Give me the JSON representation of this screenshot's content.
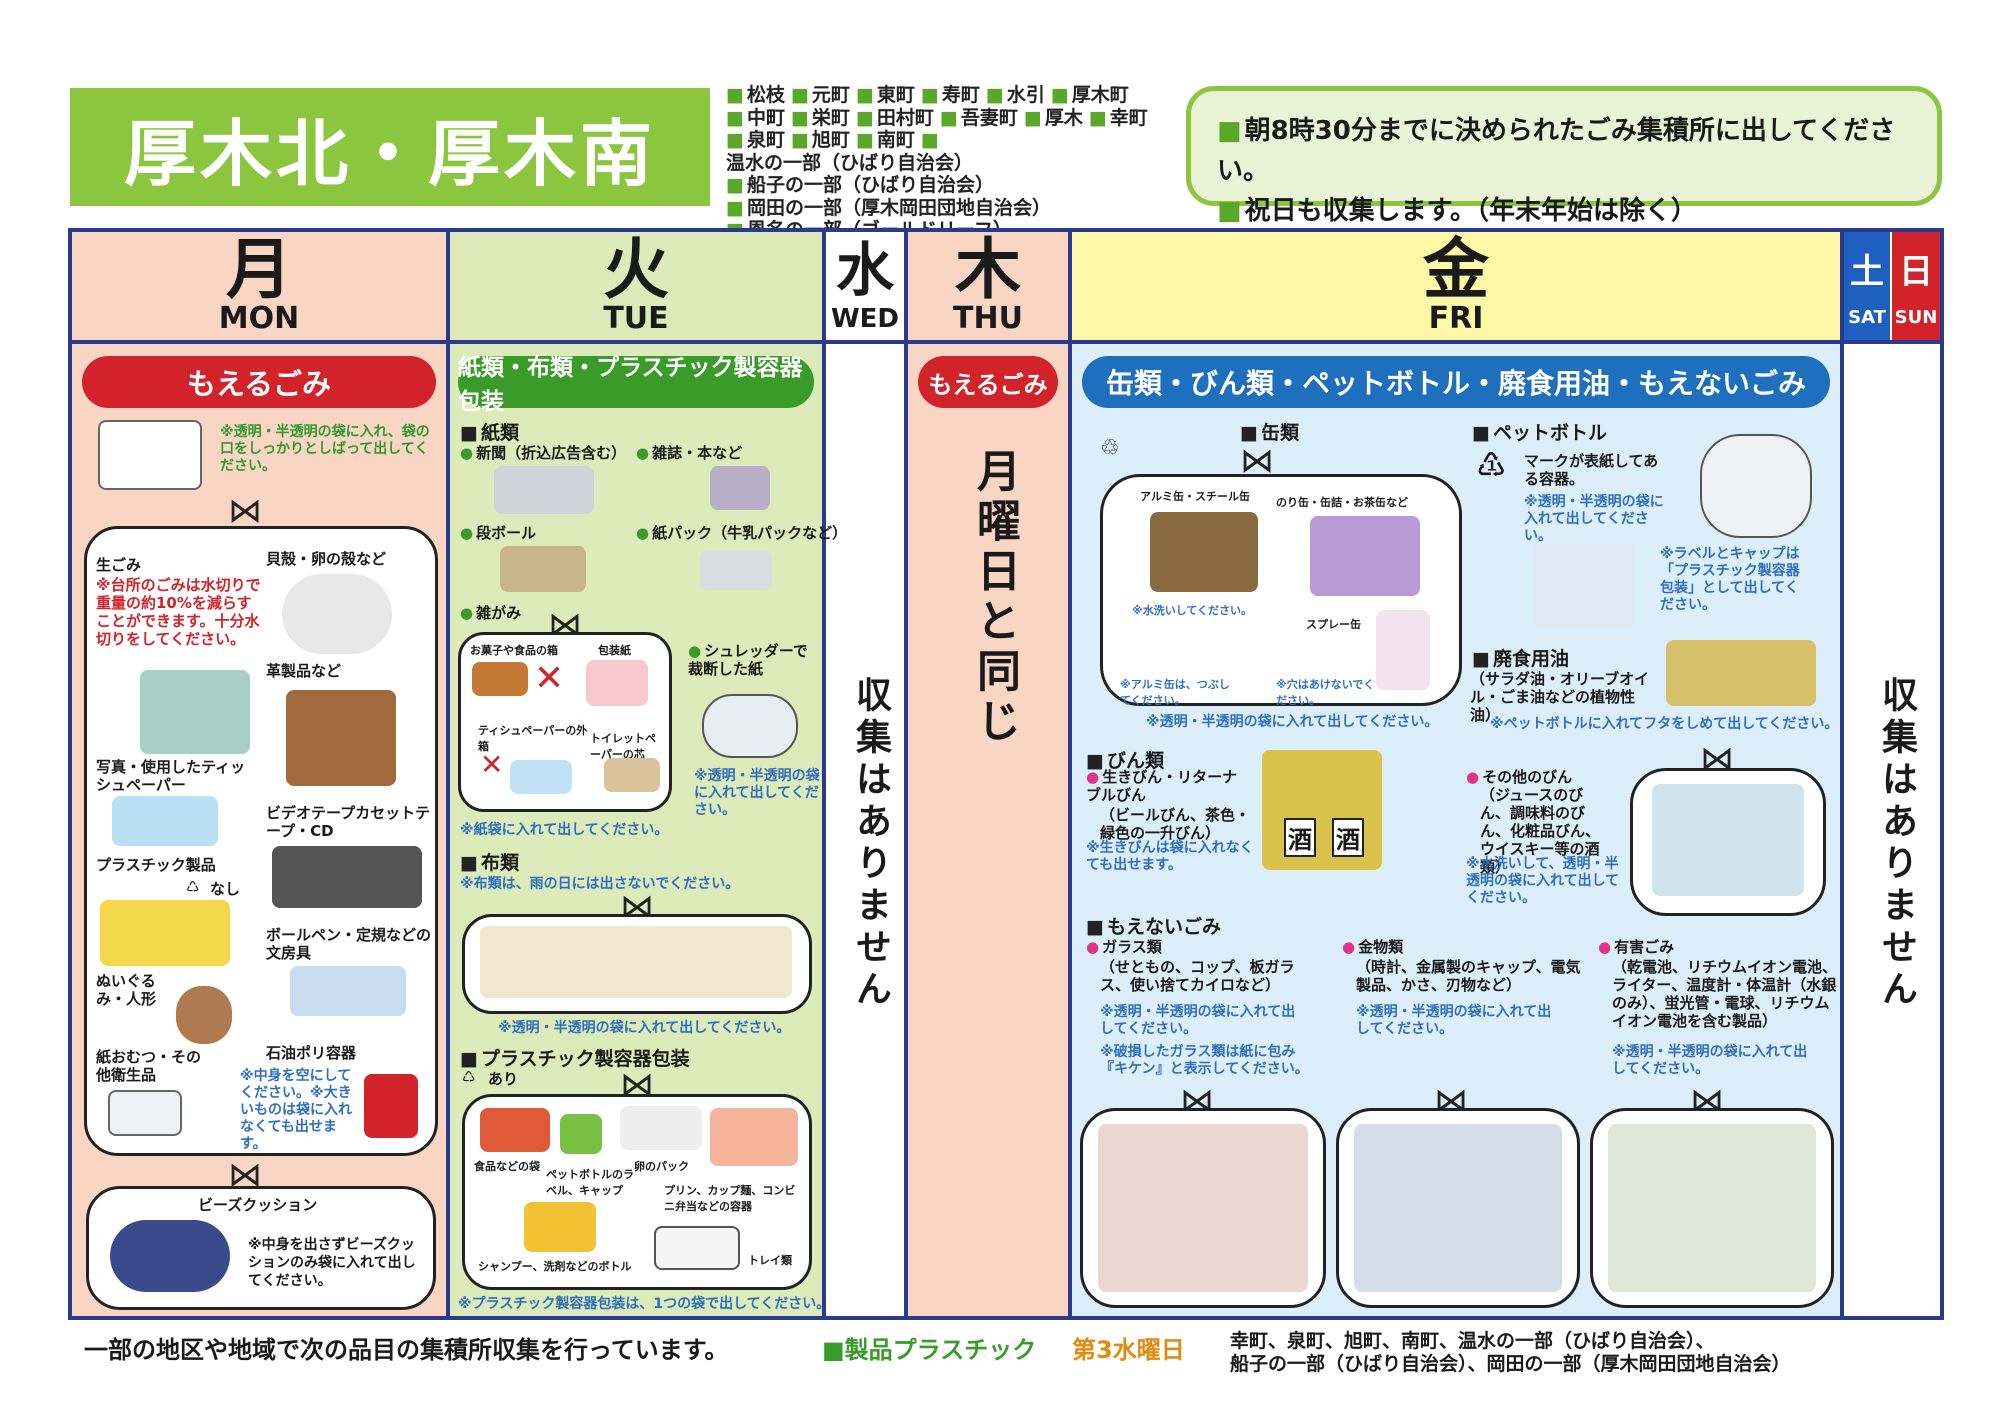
{
  "title": "厚木北・厚木南",
  "areas": [
    [
      "松枝",
      "元町",
      "東町",
      "寿町",
      "水引",
      "厚木町"
    ],
    [
      "中町",
      "栄町",
      "田村町",
      "吾妻町",
      "厚木",
      "幸町"
    ],
    [
      "泉町",
      "旭町",
      "南町",
      "温水の一部（ひばり自治会）"
    ],
    [
      "船子の一部（ひばり自治会）"
    ],
    [
      "岡田の一部（厚木岡田団地自治会）"
    ],
    [
      "恩名の一部（ゴールドリーフ）"
    ]
  ],
  "notice": {
    "line1": "朝8時30分までに決められたごみ集積所に出してください。",
    "line2": "祝日も収集します。（年末年始は除く）"
  },
  "days": {
    "mon": {
      "kanji": "月",
      "en": "MON"
    },
    "tue": {
      "kanji": "火",
      "en": "TUE"
    },
    "wed": {
      "kanji": "水",
      "en": "WED"
    },
    "thu": {
      "kanji": "木",
      "en": "THU"
    },
    "fri": {
      "kanji": "金",
      "en": "FRI"
    },
    "sat": {
      "kanji": "土",
      "en": "SAT"
    },
    "sun": {
      "kanji": "日",
      "en": "SUN"
    }
  },
  "colors": {
    "mon": "#f9d5c4",
    "tue": "#dcebb9",
    "thu": "#f9d5c4",
    "fri": "#fdf7a6",
    "fri_body": "#dceefa",
    "frame": "#2a3b8f",
    "red": "#d2232a",
    "green": "#3a9b2a",
    "blue": "#1f6fbf",
    "sat": "#1f5fbf",
    "sun": "#d2232a"
  },
  "mon": {
    "pill": "もえるごみ",
    "bag_note": "※透明・半透明の袋に入れ、袋の口をしっかりとしばって出してください。",
    "namagomi": "生ごみ",
    "namagomi_note": "※台所のごみは水切りで重量の約10%を減らすことができます。十分水切りをしてください。",
    "shell": "貝殻・卵の殻など",
    "leather": "革製品など",
    "photo": "写真・使用したティッシュペーパー",
    "video": "ビデオテープカセットテープ・CD",
    "plastic": "プラスチック製品",
    "plastic_mark": "なし",
    "pen": "ボールペン・定規などの文房具",
    "stuffed": "ぬいぐるみ・人形",
    "diaper": "紙おむつ・その他衛生品",
    "tank": "石油ポリ容器",
    "tank_note": "※中身を空にしてください。※大きいものは袋に入れなくても出せます。",
    "beads": "ビーズクッション",
    "beads_note": "※中身を出さずビーズクッションのみ袋に入れて出してください。"
  },
  "tue": {
    "pill": "紙類・布類・プラスチック製容器包装",
    "paper_head": "紙類",
    "newspaper": "新聞（折込広告含む）",
    "magazine": "雑誌・本など",
    "cardboard": "段ボール",
    "milkpack": "紙パック（牛乳パックなど）",
    "misc": "雑がみ",
    "snack_box": "お菓子や食品の箱",
    "wrapping": "包装紙",
    "tissue_box": "ティシュペーパーの外箱",
    "toilet_core": "トイレットペーパーの芯",
    "shredder": "シュレッダーで裁断した紙",
    "shred_note": "※透明・半透明の袋に入れて出してください。",
    "paper_note": "※紙袋に入れて出してください。",
    "cloth_head": "布類",
    "cloth_note": "※布類は、雨の日には出さないでください。",
    "cloth_bag_note": "※透明・半透明の袋に入れて出してください。",
    "plastic_head": "プラスチック製容器包装",
    "plastic_mark": "あり",
    "food_bag": "食品などの袋",
    "pet_label": "ペットボトルのラベル、キャップ",
    "egg_pack": "卵のパック",
    "pudding": "プリン、カップ麺、コンビニ弁当などの容器",
    "shampoo": "シャンプー、洗剤などのボトル",
    "tray": "トレイ類",
    "plastic_note": "※プラスチック製容器包装は、1つの袋で出してください。"
  },
  "wed": {
    "text": "収集はありません"
  },
  "thu": {
    "pill": "もえるごみ",
    "text": "月曜日と同じ"
  },
  "fri": {
    "pill": "缶類・びん類・ペットボトル・廃食用油・もえないごみ",
    "can_head": "缶類",
    "can_types": "アルミ缶・スチール缶",
    "can_types2": "のり缶・缶詰・お茶缶など",
    "wash_note": "※水洗いしてください。",
    "spray": "スプレー缶",
    "alu_note": "※アルミ缶は、つぶしてください。",
    "hole_note": "※穴はあけないでください。",
    "can_bag_note": "※透明・半透明の袋に入れて出してください。",
    "pet_head": "ペットボトル",
    "pet_mark": "マークが表紙してある容器。",
    "pet_bag_note": "※透明・半透明の袋に入れて出してください。",
    "pet_label_note": "※ラベルとキャップは「プラスチック製容器包装」として出してください。",
    "oil_head": "廃食用油",
    "oil_desc": "（サラダ油・オリーブオイル・ごま油などの植物性油）",
    "oil_note": "※ペットボトルに入れてフタをしめて出してください。",
    "bin_head": "びん類",
    "bin_reuse": "生きびん・リターナブルびん",
    "bin_reuse_desc": "（ビールびん、茶色・緑色の一升びん）",
    "bin_reuse_note": "※生きびんは袋に入れなくても出せます。",
    "bin_other": "その他のびん",
    "bin_other_desc": "（ジュースのびん、調味料のびん、化粧品びん、ウイスキー等の酒類）",
    "bin_other_note": "※水洗いして、透明・半透明の袋に入れて出してください。",
    "sake": "酒",
    "moenai_head": "もえないごみ",
    "glass": "ガラス類",
    "glass_desc": "（せともの、コップ、板ガラス、使い捨てカイロなど）",
    "glass_note": "※透明・半透明の袋に入れて出してください。",
    "glass_warn": "※破損したガラス類は紙に包み『キケン』と表示してください。",
    "metal": "金物類",
    "metal_desc": "（時計、金属製のキャップ、電気製品、かさ、刃物など）",
    "metal_note": "※透明・半透明の袋に入れて出してください。",
    "hazard": "有害ごみ",
    "hazard_desc": "（乾電池、リチウムイオン電池、ライター、温度計・体温計（水銀のみ）、蛍光管・電球、リチウムイオン電池を含む製品）",
    "hazard_note": "※透明・半透明の袋に入れて出してください。"
  },
  "satsun": {
    "text": "収集はありません"
  },
  "footer": {
    "lead": "一部の地区や地域で次の品目の集積所収集を行っています。",
    "item": "■製品プラスチック",
    "day": "第3水曜日",
    "areas1": "幸町、泉町、旭町、南町、温水の一部（ひばり自治会）、",
    "areas2": "船子の一部（ひばり自治会）、岡田の一部（厚木岡田団地自治会）"
  }
}
